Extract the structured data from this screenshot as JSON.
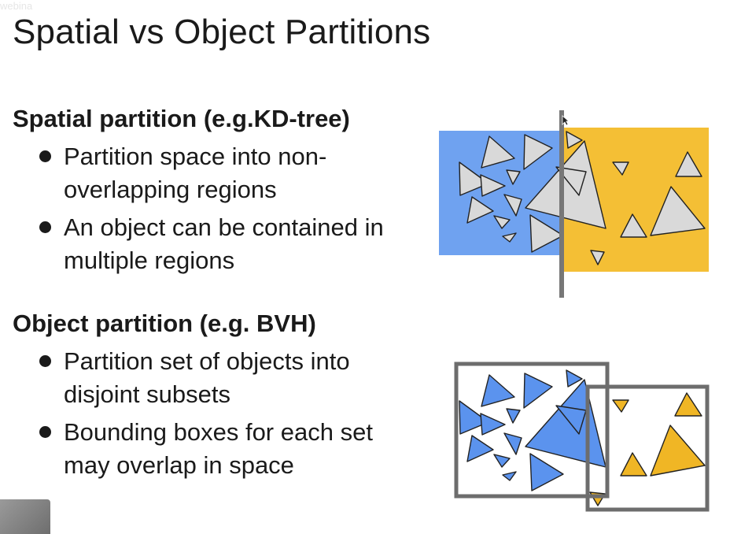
{
  "slide": {
    "title": "Spatial vs Object Partitions",
    "watermark": "webina"
  },
  "sections": [
    {
      "heading": "Spatial partition (e.g.KD-tree)",
      "bullets": [
        "Partition space into non-overlapping regions",
        "An object can be contained in multiple regions"
      ]
    },
    {
      "heading": "Object partition (e.g. BVH)",
      "bullets": [
        "Partition set of objects into disjoint subsets",
        "Bounding boxes for each set may overlap in space"
      ]
    }
  ],
  "colors": {
    "blue_region": "#6fa2f0",
    "yellow_region": "#f4bf35",
    "triangle_gray": "#d9d9d9",
    "triangle_blue": "#5b93ee",
    "triangle_yellow": "#f0b625",
    "box_border": "#6d6d6d",
    "split_line": "#777777"
  }
}
